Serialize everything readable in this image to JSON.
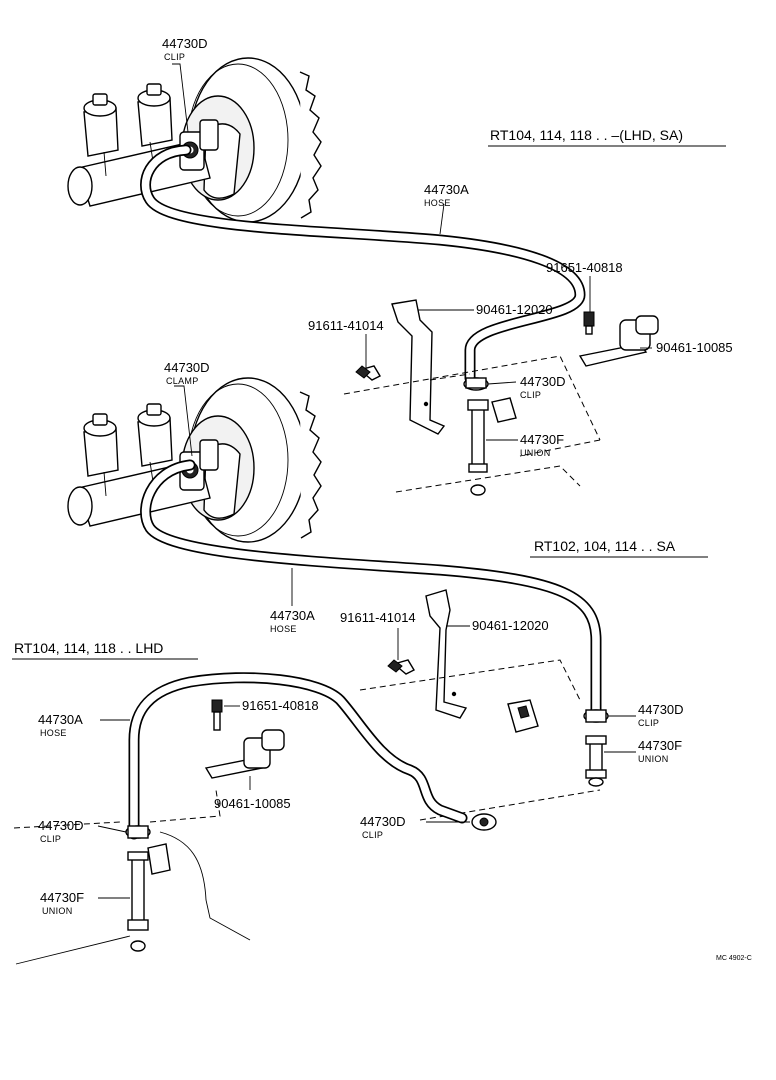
{
  "groups": {
    "top": "RT104, 114, 118 . . –(LHD, SA)",
    "middle": "RT102, 104, 114 . . SA",
    "bottom": "RT104, 114, 118 . . LHD"
  },
  "callouts": {
    "c1": {
      "part_no": "44730D",
      "desc": "CLIP"
    },
    "c2": {
      "part_no": "44730A",
      "desc": "HOSE"
    },
    "c3": {
      "part_no": "91651-40818"
    },
    "c4": {
      "part_no": "90461-12020"
    },
    "c5": {
      "part_no": "91611-41014"
    },
    "c6": {
      "part_no": "90461-10085"
    },
    "c7": {
      "part_no": "44730D",
      "desc": "CLIP"
    },
    "c8": {
      "part_no": "44730F",
      "desc": "UNION"
    },
    "c9": {
      "part_no": "44730D",
      "desc": "CLAMP"
    },
    "c10": {
      "part_no": "44730A",
      "desc": "HOSE"
    },
    "c11": {
      "part_no": "91611-41014"
    },
    "c12": {
      "part_no": "90461-12020"
    },
    "c13": {
      "part_no": "44730D",
      "desc": "CLIP"
    },
    "c14": {
      "part_no": "44730F",
      "desc": "UNION"
    },
    "c15": {
      "part_no": "44730A",
      "desc": "HOSE"
    },
    "c16": {
      "part_no": "91651-40818"
    },
    "c17": {
      "part_no": "90461-10085"
    },
    "c18": {
      "part_no": "44730D",
      "desc": "CLIP"
    },
    "c19": {
      "part_no": "44730D",
      "desc": "CLIP"
    },
    "c20": {
      "part_no": "44730F",
      "desc": "UNION"
    }
  },
  "reference": "MC 4902-C"
}
